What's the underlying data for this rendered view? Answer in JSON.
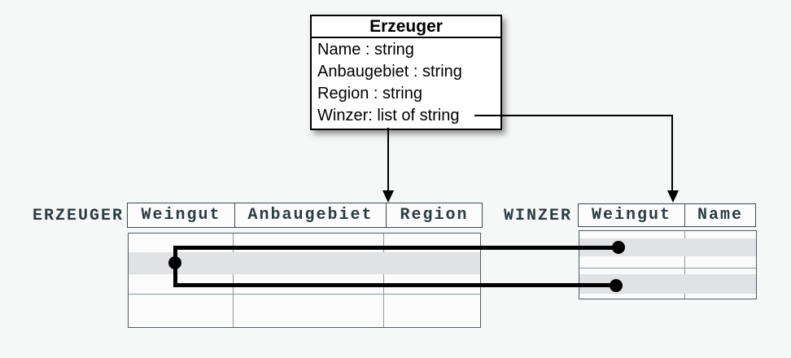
{
  "class_box": {
    "title": "Erzeuger",
    "attributes": [
      "Name : string",
      "Anbaugebiet : string",
      "Region : string",
      "Winzer: list of string"
    ]
  },
  "erzeuger_table": {
    "label": "ERZEUGER",
    "columns": [
      "Weingut",
      "Anbaugebiet",
      "Region"
    ]
  },
  "winzer_table": {
    "label": "WINZER",
    "columns": [
      "Weingut",
      "Name"
    ]
  },
  "colors": {
    "background": "#f6f7f7",
    "row_stripe": "#e0e2e4",
    "table_border": "#3c4c52",
    "table_grid": "#8a979b",
    "table_text": "#2b3c41",
    "connector": "#000000"
  }
}
